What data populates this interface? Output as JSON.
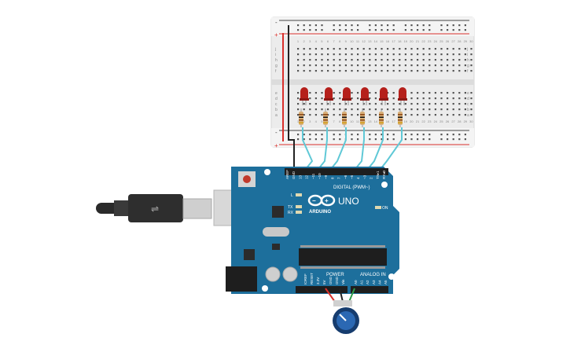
{
  "breadboard": {
    "columns": [
      "1",
      "2",
      "3",
      "4",
      "5",
      "6",
      "7",
      "8",
      "9",
      "10",
      "11",
      "12",
      "13",
      "14",
      "15",
      "16",
      "17",
      "18",
      "19",
      "20",
      "21",
      "22",
      "23",
      "24",
      "25",
      "26",
      "27",
      "28",
      "29",
      "30"
    ],
    "rows_top": [
      "j",
      "i",
      "h",
      "g",
      "f"
    ],
    "rows_bottom": [
      "e",
      "d",
      "c",
      "b",
      "a"
    ],
    "rail_minus": "-",
    "rail_plus": "+"
  },
  "arduino": {
    "model": "UNO",
    "brand": "ARDUINO",
    "digital_header_label": "DIGITAL (PWM~)",
    "analog_header_label": "ANALOG IN",
    "power_header_label": "POWER",
    "on_label": "ON",
    "l_label": "L",
    "tx_label": "TX",
    "rx_label": "RX",
    "digital_pins": [
      "AREF",
      "GND",
      "13",
      "12",
      "~11",
      "~10",
      "~9",
      "8",
      "7",
      "~6",
      "~5",
      "4",
      "~3",
      "2",
      "TX▸1",
      "RX◂0"
    ],
    "power_pins": [
      "IOREF",
      "RESET",
      "3.3V",
      "5V",
      "GND",
      "GND",
      "Vin"
    ],
    "analog_pins": [
      "A0",
      "A1",
      "A2",
      "A3",
      "A4",
      "A5"
    ]
  },
  "components": {
    "led_count": 6,
    "resistor_count": 6,
    "led_color": "#b5201b",
    "potentiometer_color": "#1f4f8f"
  },
  "colors": {
    "board": "#1d6f9c",
    "wire": "#5fc8d6",
    "ground_wire": "#222222",
    "rail_red": "#d9302b",
    "breadboard": "#eeeeee"
  }
}
